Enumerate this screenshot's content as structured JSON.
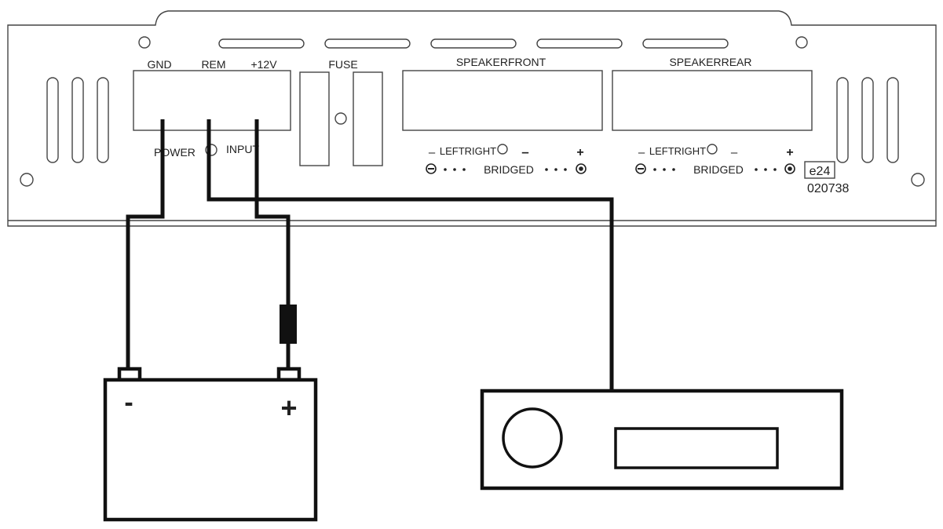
{
  "terminals": {
    "gnd": "GND",
    "rem": "REM",
    "plus12v": "+12V",
    "fuse": "FUSE",
    "speaker_front": "SPEAKERFRONT",
    "speaker_rear": "SPEAKERREAR"
  },
  "indicators": {
    "power": "POWER",
    "input": "INPUT"
  },
  "front_channel": {
    "minus_left": "–",
    "left_right": "LEFTRIGHT",
    "minus_right": "–",
    "plus": "+",
    "bridged": "BRIDGED"
  },
  "rear_channel": {
    "minus_left": "–",
    "left_right": "LEFTRIGHT",
    "minus_right": "–",
    "plus": "+",
    "bridged": "BRIDGED"
  },
  "certification": {
    "mark": "e24",
    "number": "020738"
  },
  "battery": {
    "minus": "-",
    "plus": "+"
  },
  "colors": {
    "line": "#444444",
    "wire": "#111111",
    "background": "#ffffff"
  }
}
